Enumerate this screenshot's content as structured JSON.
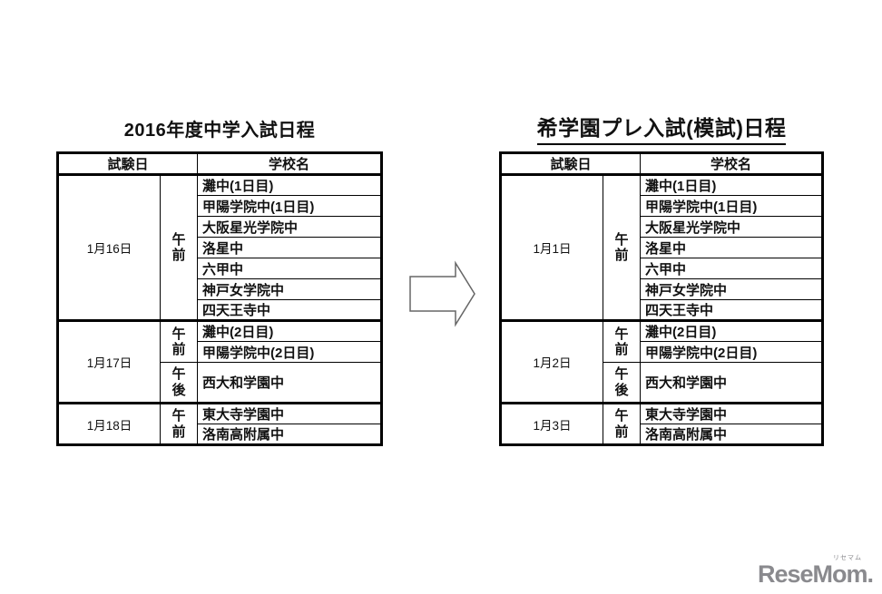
{
  "colors": {
    "border": "#000000",
    "text": "#111111",
    "logo_gray": "#8a8a8e",
    "background": "#ffffff"
  },
  "left_table": {
    "title": "2016年度中学入試日程",
    "header_date": "試験日",
    "header_school": "学校名",
    "groups": [
      {
        "date": "1月16日",
        "sessions": [
          {
            "period": "午\n前",
            "schools": [
              "灘中(1日目)",
              "甲陽学院中(1日目)",
              "大阪星光学院中",
              "洛星中",
              "六甲中",
              "神戸女学院中",
              "四天王寺中"
            ]
          }
        ]
      },
      {
        "date": "1月17日",
        "sessions": [
          {
            "period": "午\n前",
            "schools": [
              "灘中(2日目)",
              "甲陽学院中(2日目)"
            ]
          },
          {
            "period": "午\n後",
            "schools": [
              "西大和学園中"
            ]
          }
        ]
      },
      {
        "date": "1月18日",
        "sessions": [
          {
            "period": "午\n前",
            "schools": [
              "東大寺学園中",
              "洛南高附属中"
            ]
          }
        ]
      }
    ]
  },
  "right_table": {
    "title": "希学園プレ入試(模試)日程",
    "header_date": "試験日",
    "header_school": "学校名",
    "groups": [
      {
        "date": "1月1日",
        "sessions": [
          {
            "period": "午\n前",
            "schools": [
              "灘中(1日目)",
              "甲陽学院中(1日目)",
              "大阪星光学院中",
              "洛星中",
              "六甲中",
              "神戸女学院中",
              "四天王寺中"
            ]
          }
        ]
      },
      {
        "date": "1月2日",
        "sessions": [
          {
            "period": "午\n前",
            "schools": [
              "灘中(2日目)",
              "甲陽学院中(2日目)"
            ]
          },
          {
            "period": "午\n後",
            "schools": [
              "西大和学園中"
            ]
          }
        ]
      },
      {
        "date": "1月3日",
        "sessions": [
          {
            "period": "午\n前",
            "schools": [
              "東大寺学園中",
              "洛南高附属中"
            ]
          }
        ]
      }
    ]
  },
  "arrow": {
    "meaning": "maps-to-right-arrow"
  },
  "logo": {
    "text": "ReseMom.",
    "ruby": "リセマム"
  }
}
